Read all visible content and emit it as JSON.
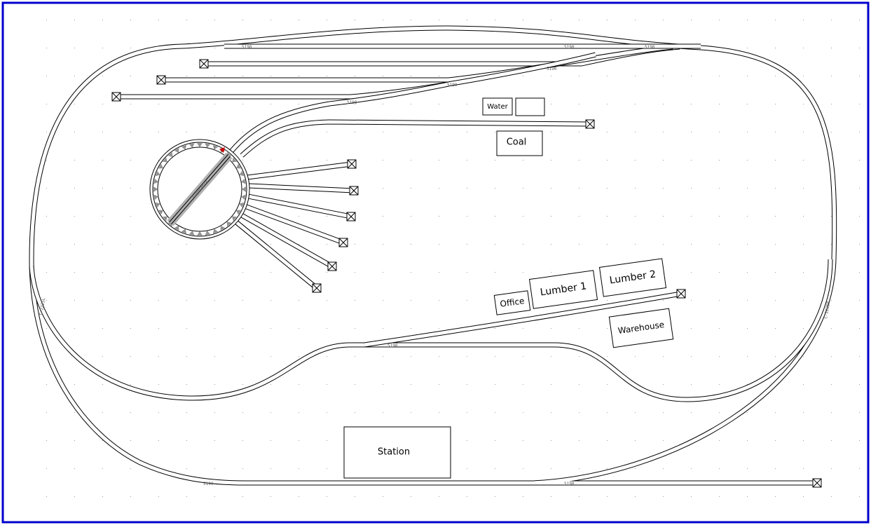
{
  "frame": {
    "border_color": "#0000cc"
  },
  "buildings": [
    {
      "id": "water",
      "label": "Water"
    },
    {
      "id": "water-tank",
      "label": ""
    },
    {
      "id": "coal",
      "label": "Coal"
    },
    {
      "id": "office",
      "label": "Office"
    },
    {
      "id": "lumber1",
      "label": "Lumber 1"
    },
    {
      "id": "lumber2",
      "label": "Lumber 2"
    },
    {
      "id": "warehouse",
      "label": "Warehouse"
    },
    {
      "id": "station",
      "label": "Station"
    }
  ],
  "turntable": {
    "label": "Turntable",
    "marker_color": "#cc0000",
    "deck_color": "#b0b0b0",
    "pit_color": "#909090"
  },
  "part_labels": [
    "5190",
    "5190",
    "5190",
    "5190",
    "5190",
    "5190",
    "5190",
    "5190",
    "5190",
    "C-2225L",
    "C-2225R"
  ]
}
